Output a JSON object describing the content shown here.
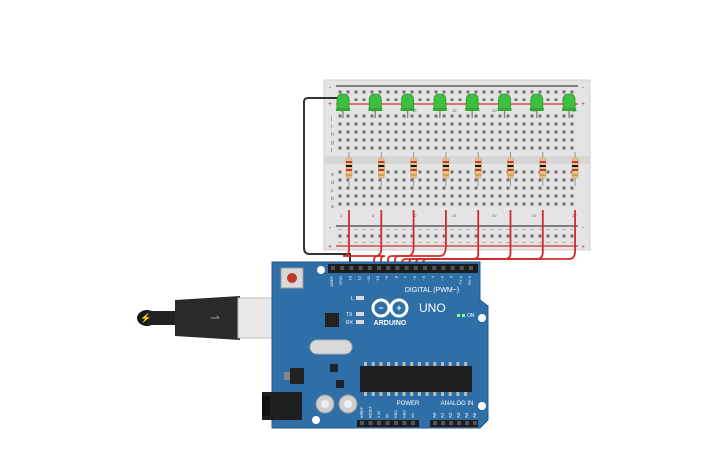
{
  "circuit": {
    "arduino": {
      "brand": "ARDUINO",
      "model": "UNO",
      "on_label": "ON",
      "led_labels": [
        "L",
        "TX",
        "RX"
      ],
      "digital_label": "DIGITAL (PWM~)",
      "power_label": "POWER",
      "analog_label": "ANALOG IN",
      "digital_pins": [
        "AREF",
        "GND",
        "13",
        "12",
        "~11",
        "~10",
        "~9",
        "8",
        "7",
        "~6",
        "~5",
        "4",
        "~3",
        "2",
        "TX 1",
        "RX 0"
      ],
      "power_pins": [
        "IOREF",
        "RESET",
        "3.3V",
        "5V",
        "GND",
        "GND",
        "Vin"
      ],
      "analog_pins": [
        "A0",
        "A1",
        "A2",
        "A3",
        "A4",
        "A5"
      ]
    },
    "breadboard": {
      "row_letters_top": [
        "j",
        "i",
        "h",
        "g",
        "f"
      ],
      "row_letters_bottom": [
        "e",
        "d",
        "c",
        "b",
        "a"
      ],
      "column_numbers": [
        "1",
        "5",
        "10",
        "15",
        "20",
        "25",
        "30"
      ],
      "rail_plus": "+",
      "rail_minus": "-"
    },
    "leds": {
      "count": 8,
      "color": "#3fbf3f"
    },
    "resistors": {
      "count": 8
    },
    "colors": {
      "board": "#2b6ba3",
      "wire_signal": "#d22b2b",
      "wire_ground": "#333333",
      "breadboard": "#e8e8e8"
    }
  }
}
